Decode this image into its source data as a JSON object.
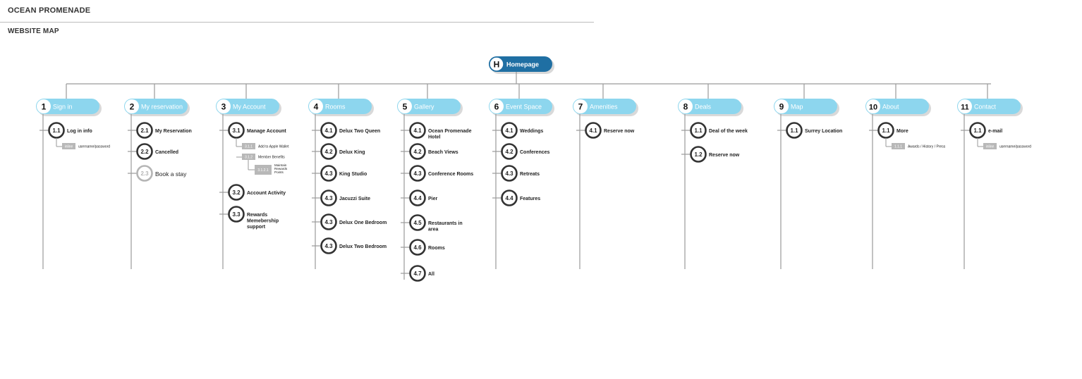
{
  "header": {
    "title": "OCEAN PROMENADE",
    "subtitle": "WEBSITE MAP"
  },
  "colors": {
    "home": "#1f6fa3",
    "section": "#8dd6ee",
    "section_text": "#ffffff",
    "ring": "#333333",
    "ring_muted": "#b5b5b5",
    "tag": "#b8b8b8",
    "line": "#9a9a9a"
  },
  "root": {
    "badge": "H",
    "label": "Homepage"
  },
  "sections": [
    {
      "num": "1",
      "label": "Sign in",
      "pages": [
        {
          "num": "1.1",
          "label": "Log in info",
          "subs": [
            {
              "tag": "inline",
              "label": "username/password"
            }
          ]
        }
      ]
    },
    {
      "num": "2",
      "label": "My reservation",
      "pages": [
        {
          "num": "2.1",
          "label": "My Reservation"
        },
        {
          "num": "2.2",
          "label": "Cancelled"
        },
        {
          "num": "2.3",
          "label": "Book a stay",
          "muted": true
        }
      ]
    },
    {
      "num": "3",
      "label": "My Account",
      "pages": [
        {
          "num": "3.1",
          "label": "Manage Account",
          "subs": [
            {
              "tag": "3.1.1",
              "label": "Add to Apple Wallet"
            },
            {
              "tag": "3.1.2",
              "label": "Member Benefits",
              "subs": [
                {
                  "tag": "3.1.2.1",
                  "label": "Maintain Rewards Points"
                }
              ]
            }
          ]
        },
        {
          "num": "3.2",
          "label": "Account Activity"
        },
        {
          "num": "3.3",
          "label": "Rewards Memebership support"
        }
      ]
    },
    {
      "num": "4",
      "label": "Rooms",
      "pages": [
        {
          "num": "4.1",
          "label": "Delux Two Queen"
        },
        {
          "num": "4.2",
          "label": "Delux King"
        },
        {
          "num": "4.3",
          "label": "King Studio"
        },
        {
          "num": "4.3",
          "label": "Jacuzzi Suite"
        },
        {
          "num": "4.3",
          "label": "Delux One Bedroom"
        },
        {
          "num": "4.3",
          "label": "Delux Two Bedroom"
        }
      ]
    },
    {
      "num": "5",
      "label": "Gallery",
      "pages": [
        {
          "num": "4.1",
          "label": "Ocean Promenade Hotel"
        },
        {
          "num": "4.2",
          "label": "Beach Views"
        },
        {
          "num": "4.3",
          "label": "Conference Rooms"
        },
        {
          "num": "4.4",
          "label": "Pier"
        },
        {
          "num": "4.5",
          "label": "Restaurants in area"
        },
        {
          "num": "4.6",
          "label": "Rooms"
        },
        {
          "num": "4.7",
          "label": "All"
        }
      ]
    },
    {
      "num": "6",
      "label": "Event Space",
      "pages": [
        {
          "num": "4.1",
          "label": "Weddings"
        },
        {
          "num": "4.2",
          "label": "Conferences"
        },
        {
          "num": "4.3",
          "label": "Retreats"
        },
        {
          "num": "4.4",
          "label": "Features"
        }
      ]
    },
    {
      "num": "7",
      "label": "Amenities",
      "pages": [
        {
          "num": "4.1",
          "label": "Reserve now"
        }
      ]
    },
    {
      "num": "8",
      "label": "Deals",
      "pages": [
        {
          "num": "1.1",
          "label": "Deal of the week"
        },
        {
          "num": "1.2",
          "label": "Reserve now"
        }
      ]
    },
    {
      "num": "9",
      "label": "Map",
      "pages": [
        {
          "num": "1.1",
          "label": "Surrey Location"
        }
      ]
    },
    {
      "num": "10",
      "label": "About",
      "pages": [
        {
          "num": "1.1",
          "label": "More",
          "subs": [
            {
              "tag": "1.1.1",
              "label": "Awards / History / Press"
            }
          ]
        }
      ]
    },
    {
      "num": "11",
      "label": "Contact",
      "pages": [
        {
          "num": "1.1",
          "label": "e-mail",
          "subs": [
            {
              "tag": "inline",
              "label": "username/password"
            }
          ]
        }
      ]
    }
  ]
}
